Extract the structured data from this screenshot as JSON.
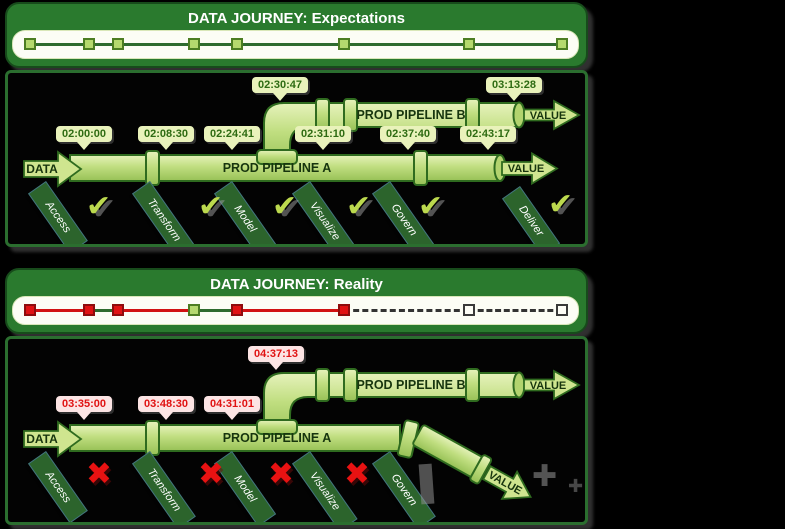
{
  "icons": {
    "check": "✔",
    "cross": "✖",
    "debris": "✚"
  },
  "colors": {
    "header_green": "#2a7a2e",
    "pipe_green": "#c0de80",
    "pipe_outline": "#2f6b1f",
    "ribbon_green": "#2c642c",
    "callout_green_bg": "#e9f2bb",
    "callout_green_text": "#2e6b12",
    "callout_red_bg": "#fce4e4",
    "callout_red_text": "#e01212",
    "check_green": "#bcd94e",
    "x_red": "#e81212"
  },
  "expectations": {
    "title": "DATA JOURNEY: Expectations",
    "timestamps": [
      "02:00:00",
      "02:08:30",
      "02:24:41",
      "02:30:47",
      "02:31:10",
      "02:37:40",
      "02:43:17",
      "03:13:28"
    ],
    "stages": [
      "Access",
      "Transform",
      "Model",
      "Visualize",
      "Govern",
      "Deliver"
    ],
    "labels": {
      "data": "DATA",
      "pipe_a": "PROD PIPELINE A",
      "pipe_b": "PROD PIPELINE B",
      "value_a": "VALUE",
      "value_b": "VALUE"
    }
  },
  "reality": {
    "title": "DATA JOURNEY: Reality",
    "timestamps": [
      "03:35:00",
      "03:48:30",
      "04:31:01",
      "04:37:13"
    ],
    "stages": [
      "Access",
      "Transform",
      "Model",
      "Visualize",
      "Govern"
    ],
    "labels": {
      "data": "DATA",
      "pipe_a": "PROD PIPELINE A",
      "pipe_b": "PROD PIPELINE B",
      "value_a": "VALUE",
      "value_b": "VALUE"
    }
  },
  "timeline": {
    "positions": [
      17,
      76,
      105,
      181,
      224,
      331,
      456,
      549
    ],
    "styles": {
      "squares": {
        "done": {
          "fill": "#b5d96e",
          "border": "#4c7d22"
        },
        "fail": {
          "fill": "#e01313",
          "border": "#8e0d0d"
        },
        "pending": {
          "fill": "#fdfdf6",
          "border": "#3a3a3a"
        }
      },
      "segments": {
        "ok": {
          "style": "solid",
          "color": "#2e6b2e"
        },
        "bad": {
          "style": "solid",
          "color": "#d11212"
        },
        "todo": {
          "style": "dashed",
          "color": "#333333"
        }
      }
    },
    "expectations": {
      "squares": [
        "done",
        "done",
        "done",
        "done",
        "done",
        "done",
        "done",
        "done"
      ],
      "segments": [
        "ok",
        "ok",
        "ok",
        "ok",
        "ok",
        "ok",
        "ok"
      ]
    },
    "reality": {
      "squares": [
        "fail",
        "fail",
        "fail",
        "done",
        "fail",
        "fail",
        "pending",
        "pending"
      ],
      "segments": [
        "bad",
        "ok",
        "bad",
        "ok",
        "bad",
        "todo",
        "todo"
      ]
    }
  }
}
